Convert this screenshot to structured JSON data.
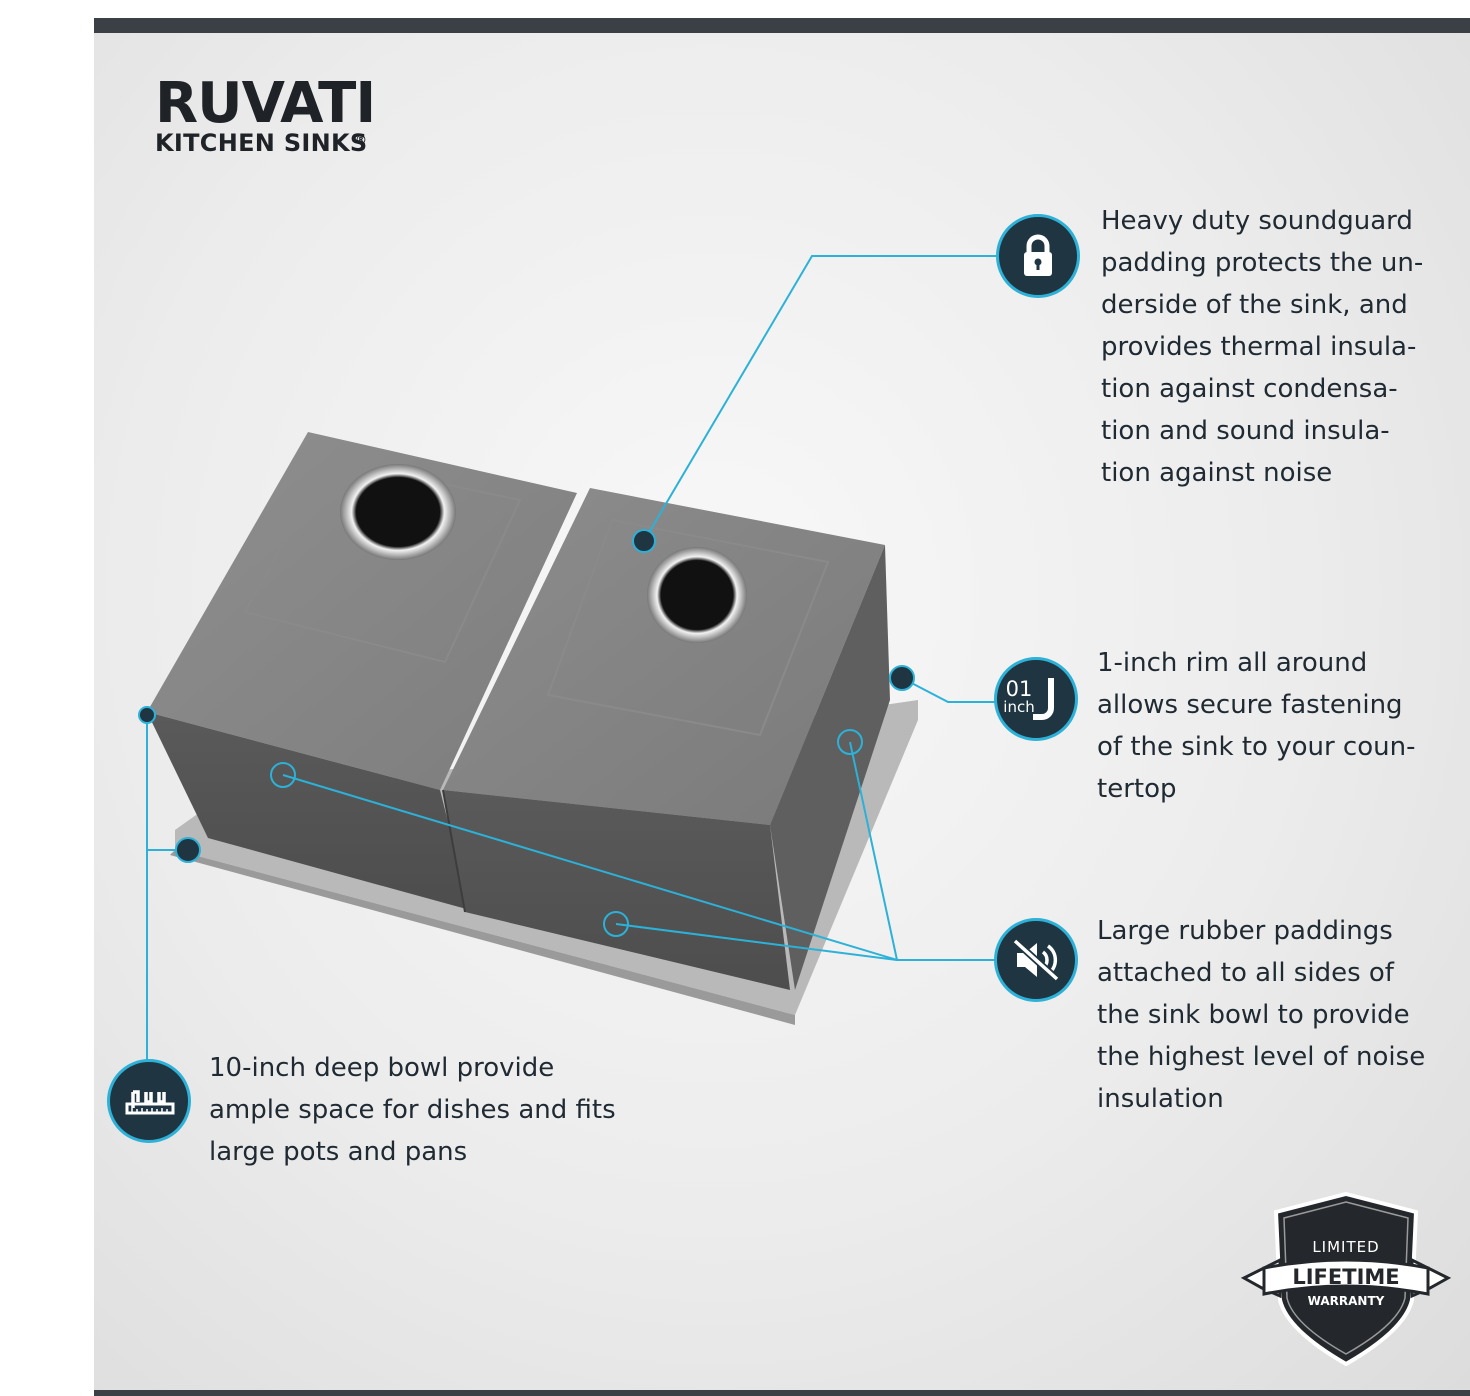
{
  "brand": {
    "name": "RUVATI",
    "registered": "®",
    "tagline": "KITCHEN SINKS"
  },
  "features": [
    {
      "id": "soundguard",
      "icon": "lock-icon",
      "text": "Heavy duty soundguard\npadding protects the un-\nderside of the sink, and\nprovides thermal insula-\ntion against condensa-\ntion and sound insula-\ntion against noise"
    },
    {
      "id": "rim",
      "icon": "rim-icon",
      "icon_number": "01",
      "icon_unit": "inch",
      "text": "1-inch rim all around\nallows secure fastening\nof the sink to your coun-\ntertop"
    },
    {
      "id": "rubber-paddings",
      "icon": "mute-speaker-icon",
      "text": "Large rubber paddings\nattached to all sides of\nthe sink bowl to provide\nthe highest level of noise\ninsulation"
    },
    {
      "id": "deep-bowl",
      "icon": "ruler-icon",
      "text": "10-inch deep bowl provide\nample space for dishes and fits\nlarge pots and pans"
    }
  ],
  "warranty": {
    "line1": "LIMITED",
    "line2": "LIFETIME",
    "line3": "WARRANTY"
  },
  "colors": {
    "accent": "#2cb1d8",
    "icon_bg": "#1f3642",
    "dark_bar": "#3a4046",
    "text": "#1f2a33"
  }
}
